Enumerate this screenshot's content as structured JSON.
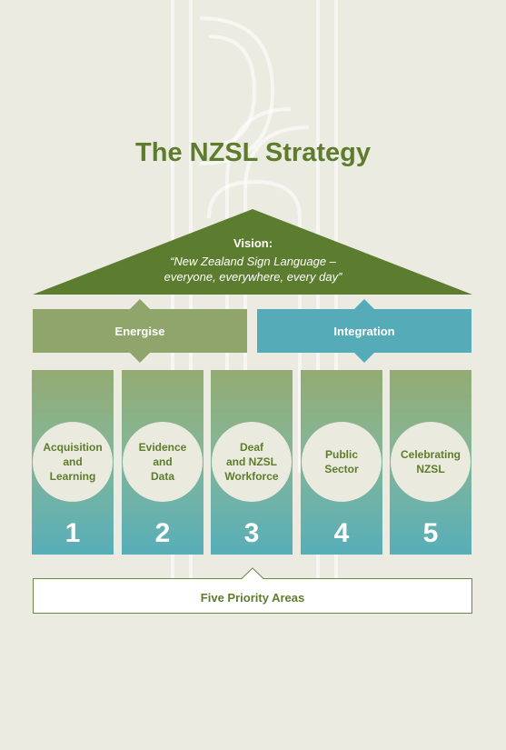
{
  "title": "The NZSL Strategy",
  "vision": {
    "label": "Vision:",
    "line1": "“New Zealand Sign Language –",
    "line2": "everyone, everywhere, every day”"
  },
  "bands": {
    "energise": "Energise",
    "integration": "Integration"
  },
  "pillars": [
    {
      "label": "Acquisition\nand\nLearning",
      "number": "1"
    },
    {
      "label": "Evidence\nand\nData",
      "number": "2"
    },
    {
      "label": "Deaf\nand NZSL\nWorkforce",
      "number": "3"
    },
    {
      "label": "Public\nSector",
      "number": "4"
    },
    {
      "label": "Celebrating\nNZSL",
      "number": "5"
    }
  ],
  "footer": "Five Priority Areas",
  "colors": {
    "background": "#ecebe2",
    "olive_green": "#5d7d2c",
    "energise_green": "#8fa56c",
    "integration_teal": "#55abb8"
  }
}
